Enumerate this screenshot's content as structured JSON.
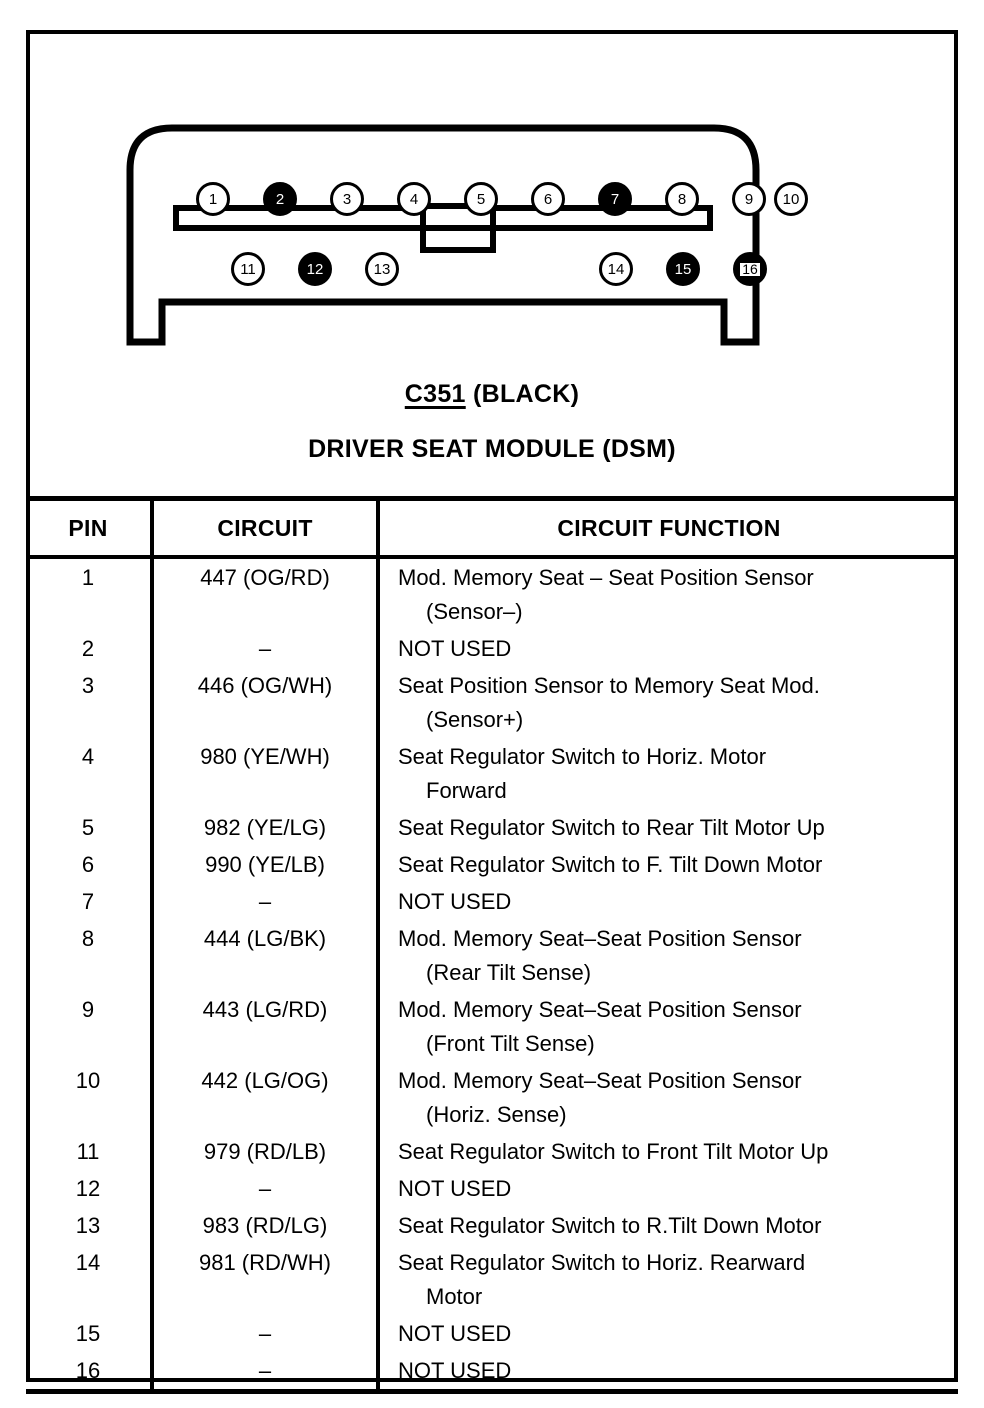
{
  "connector": {
    "label": "connector-c351",
    "top_row_pins": [
      {
        "num": "1",
        "state": "open"
      },
      {
        "num": "2",
        "state": "filled"
      },
      {
        "num": "3",
        "state": "open"
      },
      {
        "num": "4",
        "state": "open"
      },
      {
        "num": "5",
        "state": "open"
      },
      {
        "num": "6",
        "state": "open"
      },
      {
        "num": "7",
        "state": "filled"
      },
      {
        "num": "8",
        "state": "open"
      },
      {
        "num": "9",
        "state": "open"
      },
      {
        "num": "10",
        "state": "open"
      }
    ],
    "bottom_left_pins": [
      {
        "num": "11",
        "state": "open"
      },
      {
        "num": "12",
        "state": "filled"
      },
      {
        "num": "13",
        "state": "open"
      }
    ],
    "bottom_right_pins": [
      {
        "num": "14",
        "state": "open"
      },
      {
        "num": "15",
        "state": "filled"
      },
      {
        "num": "16",
        "state": "boxed"
      }
    ]
  },
  "titles": {
    "connector_id": "C351",
    "connector_color": "(BLACK)",
    "module_name": "DRIVER SEAT MODULE (DSM)"
  },
  "table": {
    "headers": {
      "pin": "PIN",
      "circuit": "CIRCUIT",
      "function": "CIRCUIT FUNCTION"
    },
    "rows": [
      {
        "pin": "1",
        "circuit": "447 (OG/RD)",
        "function": "Mod. Memory Seat – Seat Position Sensor",
        "function_cont": "(Sensor–)"
      },
      {
        "pin": "2",
        "circuit": "–",
        "function": "NOT USED",
        "function_cont": ""
      },
      {
        "pin": "3",
        "circuit": "446 (OG/WH)",
        "function": "Seat Position Sensor to Memory Seat Mod.",
        "function_cont": "(Sensor+)"
      },
      {
        "pin": "4",
        "circuit": "980 (YE/WH)",
        "function": "Seat Regulator Switch to Horiz. Motor",
        "function_cont": "Forward"
      },
      {
        "pin": "5",
        "circuit": "982 (YE/LG)",
        "function": "Seat Regulator Switch to Rear Tilt Motor Up",
        "function_cont": ""
      },
      {
        "pin": "6",
        "circuit": "990 (YE/LB)",
        "function": " Seat Regulator Switch to F. Tilt Down Motor",
        "function_cont": ""
      },
      {
        "pin": "7",
        "circuit": "–",
        "function": "NOT USED",
        "function_cont": ""
      },
      {
        "pin": "8",
        "circuit": "444 (LG/BK)",
        "function": "Mod. Memory Seat–Seat Position Sensor",
        "function_cont": "(Rear Tilt Sense)"
      },
      {
        "pin": "9",
        "circuit": "443 (LG/RD)",
        "function": "Mod. Memory Seat–Seat Position Sensor",
        "function_cont": "(Front Tilt Sense)"
      },
      {
        "pin": "10",
        "circuit": "442 (LG/OG)",
        "function": "Mod. Memory Seat–Seat Position Sensor",
        "function_cont": "(Horiz. Sense)"
      },
      {
        "pin": "11",
        "circuit": "979 (RD/LB)",
        "function": "Seat Regulator Switch to Front Tilt Motor Up",
        "function_cont": ""
      },
      {
        "pin": "12",
        "circuit": "–",
        "function": "NOT USED",
        "function_cont": ""
      },
      {
        "pin": "13",
        "circuit": "983 (RD/LG)",
        "function": "Seat Regulator Switch to R.Tilt Down Motor",
        "function_cont": ""
      },
      {
        "pin": "14",
        "circuit": "981 (RD/WH)",
        "function": "Seat Regulator Switch to Horiz. Rearward",
        "function_cont": "Motor"
      },
      {
        "pin": "15",
        "circuit": "–",
        "function": "NOT USED",
        "function_cont": ""
      },
      {
        "pin": "16",
        "circuit": "–",
        "function": "NOT USED",
        "function_cont": ""
      }
    ]
  }
}
